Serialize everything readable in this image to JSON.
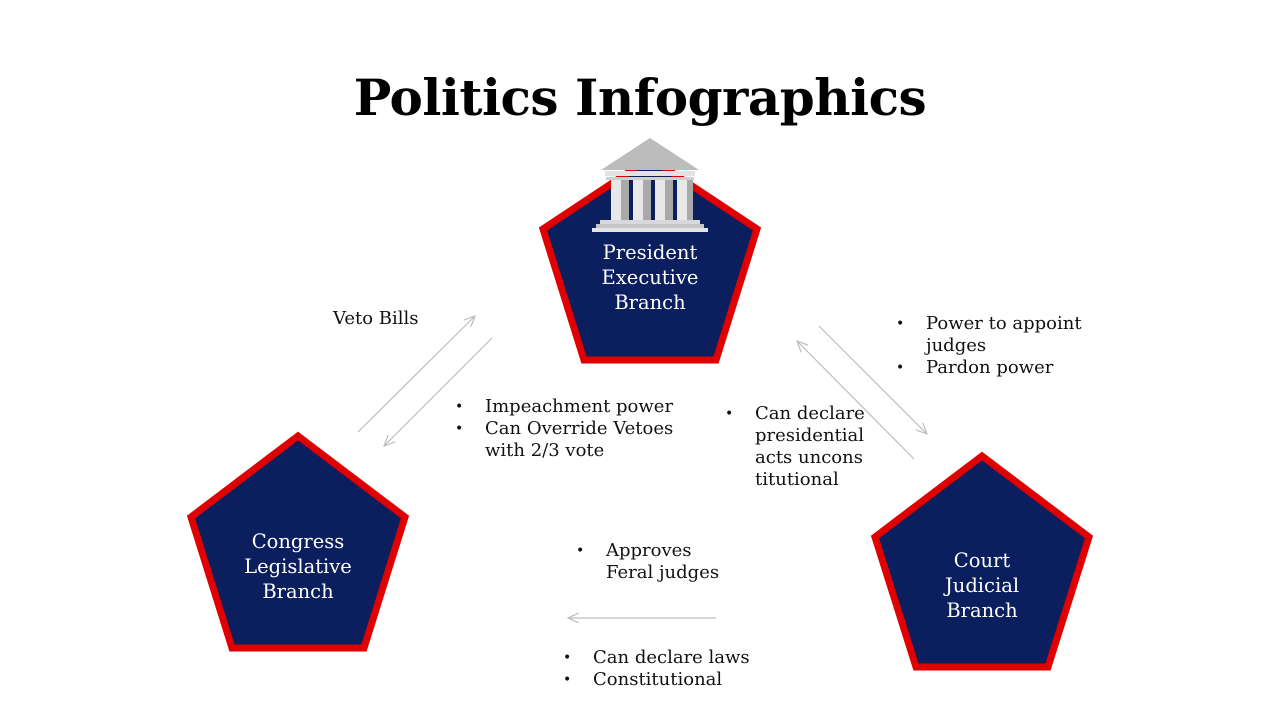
{
  "title": "Politics Infographics",
  "colors": {
    "pentagon_fill": "#0b1f5e",
    "pentagon_border": "#e00000",
    "arrow": "#bdbdbd",
    "icon": "#bcbcbc"
  },
  "nodes": {
    "executive": {
      "line1": "President",
      "line2": "Executive",
      "line3": "Branch",
      "icon": "government-building-icon"
    },
    "legislative": {
      "line1": "Congress",
      "line2": "Legislative",
      "line3": "Branch"
    },
    "judicial": {
      "line1": "Court",
      "line2": "Judicial",
      "line3": "Branch"
    }
  },
  "relations": {
    "veto": "Veto Bills",
    "congress_to_president": [
      "Impeachment power",
      "Can Override Vetoes with 2/3 vote"
    ],
    "president_to_court": [
      "Power to appoint judges",
      "Pardon power"
    ],
    "court_to_president": [
      "Can declare presidential acts unconstitutional"
    ],
    "congress_to_court": [
      "Approves Feral judges"
    ],
    "court_to_congress": [
      "Can declare laws",
      "Constitutional"
    ]
  }
}
